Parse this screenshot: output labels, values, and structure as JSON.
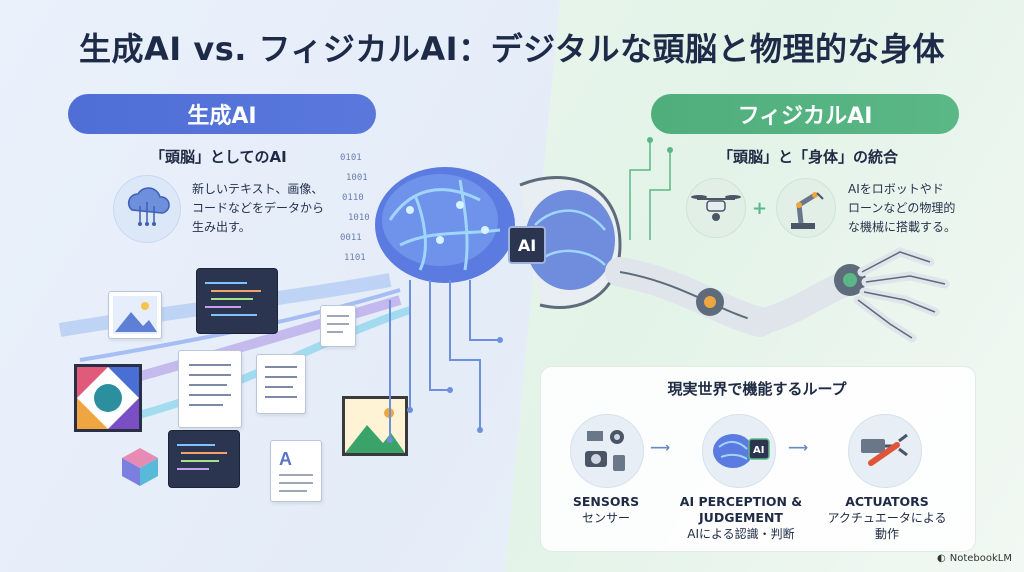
{
  "title": "生成AI vs. フィジカルAI：デジタルな頭脳と物理的な身体",
  "left": {
    "pill": "生成AI",
    "subtitle": "「頭脳」としてのAI",
    "description": [
      "新しいテキスト、画像、",
      "コードなどをデータから",
      "生み出す。"
    ]
  },
  "right": {
    "pill": "フィジカルAI",
    "subtitle": "「頭脳」と「身体」の統合",
    "description": [
      "AIをロボットやド",
      "ローンなどの物理的",
      "な機械に搭載する。"
    ],
    "chip_label": "AI"
  },
  "loop": {
    "title": "現実世界で機能するループ",
    "steps": [
      {
        "en": "SENSORS",
        "ja": "センサー"
      },
      {
        "en": "AI PERCEPTION &",
        "en2": "JUDGEMENT",
        "ja": "AIによる認識・判断",
        "chip": "AI"
      },
      {
        "en": "ACTUATORS",
        "ja": "アクチュエータによる",
        "ja2": "動作"
      }
    ]
  },
  "icons": [
    "cloud-upload-icon",
    "drone-icon",
    "robot-arm-icon",
    "camera-icon",
    "webcam-icon",
    "brain-chip-icon",
    "motor-icon",
    "gripper-icon"
  ],
  "branding": "NotebookLM",
  "colors": {
    "left_accent": "#5271d8",
    "right_accent": "#55b482",
    "title": "#1d2a48"
  }
}
